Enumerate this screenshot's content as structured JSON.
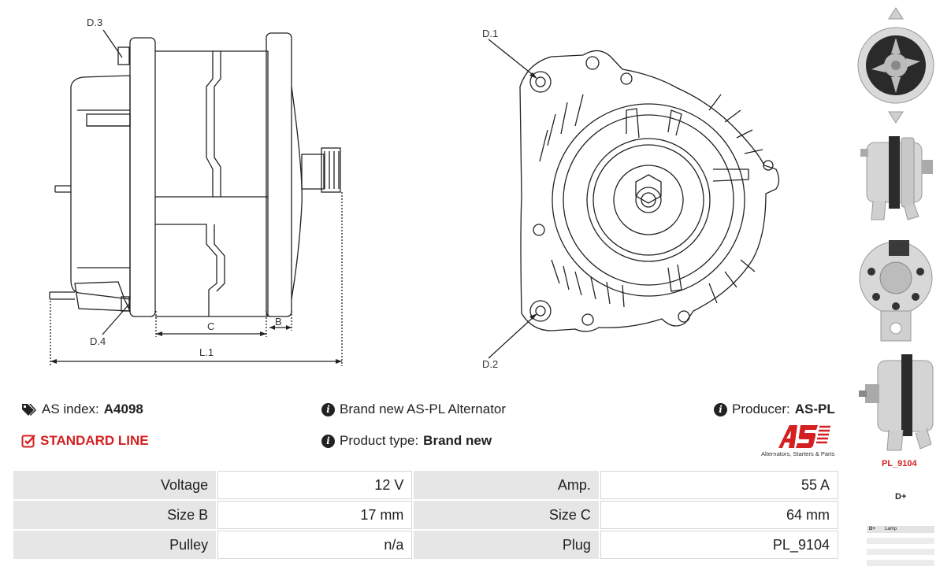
{
  "drawing": {
    "labels": {
      "d1": "D.1",
      "d2": "D.2",
      "d3": "D.3",
      "d4": "D.4",
      "c": "C",
      "b": "B",
      "l1": "L.1"
    }
  },
  "info": {
    "as_index_label": "AS index:",
    "as_index_value": "A4098",
    "line_label": "STANDARD LINE",
    "description": "Brand new AS-PL Alternator",
    "product_type_label": "Product type:",
    "product_type_value": "Brand new",
    "producer_label": "Producer:",
    "producer_value": "AS-PL"
  },
  "logo": {
    "mark": "AS",
    "tagline": "Alternators, Starters & Parts"
  },
  "specs": [
    {
      "label1": "Voltage",
      "value1": "12 V",
      "label2": "Amp.",
      "value2": "55 A"
    },
    {
      "label1": "Size B",
      "value1": "17 mm",
      "label2": "Size C",
      "value2": "64 mm"
    },
    {
      "label1": "Pulley",
      "value1": "n/a",
      "label2": "Plug",
      "value2": "PL_9104"
    }
  ],
  "sidebar": {
    "plug_code": "PL_9104",
    "terminal": "D+",
    "pin_table": [
      {
        "pin": "D+",
        "name": "Lamp"
      }
    ]
  },
  "colors": {
    "accent_red": "#d42020",
    "table_label_bg": "#e6e6e6"
  }
}
